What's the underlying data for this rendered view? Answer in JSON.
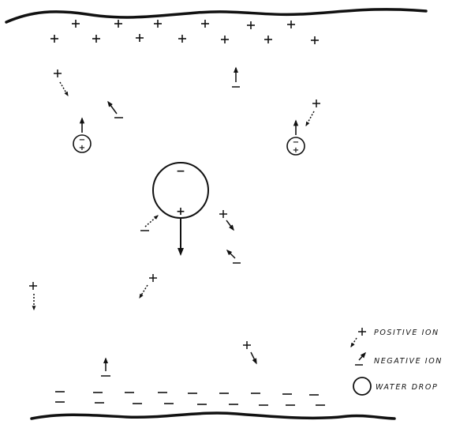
{
  "legend": {
    "positive_ion": "POSITIVE ION",
    "negative_ion": "NEGATIVE ION",
    "water_drop": "WATER DROP"
  },
  "colors": {
    "ink": "#111111",
    "background": "#ffffff"
  },
  "drop_charges": {
    "large_top": "−",
    "large_bottom": "+",
    "small_top": "−",
    "small_bottom": "+"
  }
}
